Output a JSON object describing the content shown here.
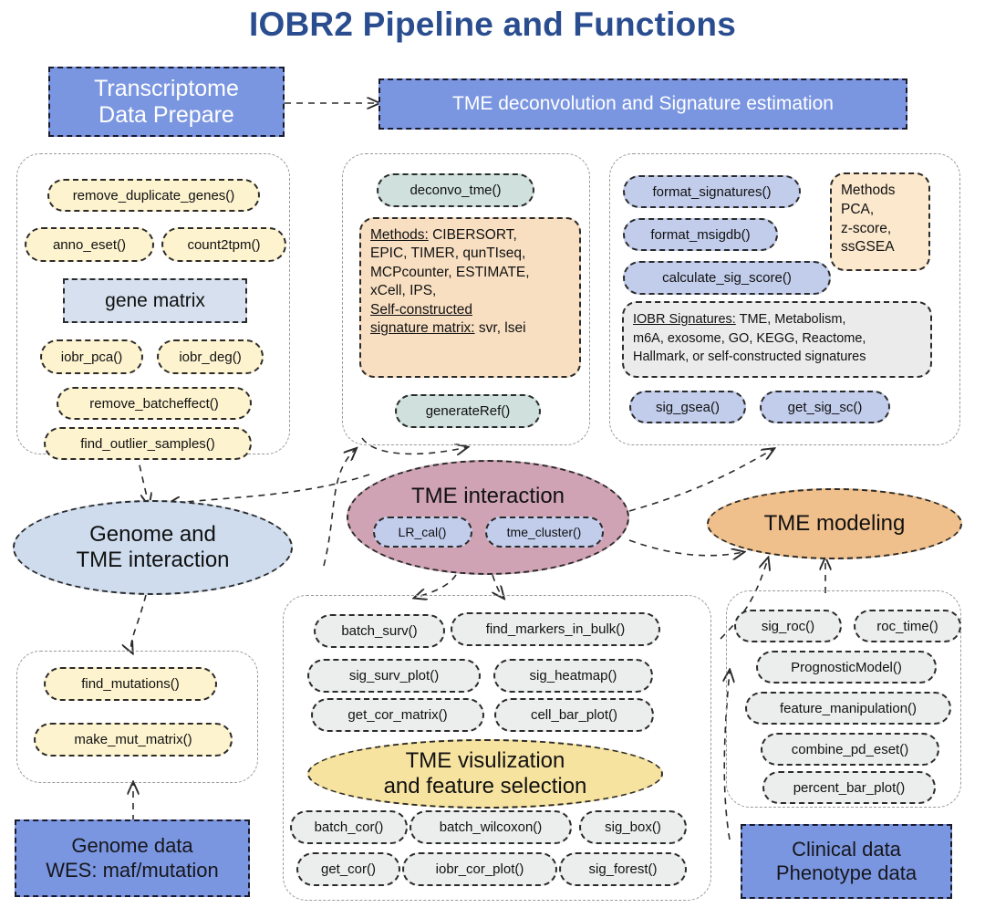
{
  "title": "IOBR2 Pipeline and Functions",
  "colors": {
    "title": "#2a4d8f",
    "header_box": "#7b96e0",
    "yellow_pill": "#fdf3cf",
    "green_pill": "#cfe0dd",
    "blue_pill": "#c2cdec",
    "grey_pill": "#eceded",
    "peach_box": "#f8dfc2",
    "gene_matrix_box": "#d6e0ee",
    "genome_ellipse": "#cedcee",
    "tme_interaction_ellipse": "#cfa3b4",
    "tme_modeling_ellipse": "#f0c08c",
    "tme_visualization_ellipse": "#f7e3a0"
  },
  "header": {
    "transcriptome_box": "Transcriptome\nData Prepare",
    "transcriptome_line1": "Transcriptome",
    "transcriptome_line2": "Data Prepare",
    "deconvolution_box": "TME deconvolution and Signature estimation"
  },
  "data_prepare_group": {
    "functions_row1": [
      "remove_duplicate_genes()"
    ],
    "functions_row2": [
      "anno_eset()",
      "count2tpm()"
    ],
    "gene_matrix_label": "gene matrix",
    "functions_row3": [
      "iobr_pca()",
      "iobr_deg()"
    ],
    "functions_row4": [
      "remove_batcheffect()"
    ],
    "functions_row5": [
      "find_outlier_samples()"
    ]
  },
  "deconvolution_group": {
    "top_function": "deconvo_tme()",
    "methods_box": {
      "label_methods": "Methods:",
      "methods_text": " CIBERSORT, EPIC, TIMER, qunTIseq, MCPcounter, ESTIMATE, xCell, IPS,",
      "line1": "Methods:",
      "line1_rest": " CIBERSORT,",
      "line2": "EPIC, TIMER, qunTIseq,",
      "line3": "MCPcounter, ESTIMATE,",
      "line4": "xCell, IPS,",
      "line5": "Self-constructed",
      "line6": "signature matrix:",
      "line6_rest": " svr, lsei"
    },
    "bottom_function": "generateRef()"
  },
  "signature_group": {
    "functions": [
      "format_signatures()",
      "format_msigdb()",
      "calculate_sig_score()"
    ],
    "methods_box": {
      "line1": "Methods",
      "line2": "PCA,",
      "line3": "z-score,",
      "line4": "ssGSEA"
    },
    "signatures_box": {
      "label": "IOBR Signatures:",
      "line1_rest": " TME, Metabolism,",
      "line2": "m6A, exosome, GO, KEGG, Reactome,",
      "line3": "Hallmark, or self-constructed signatures"
    },
    "bottom_functions": [
      "sig_gsea()",
      "get_sig_sc()"
    ]
  },
  "genome_ellipse": {
    "line1": "Genome and",
    "line2": "TME interaction"
  },
  "tme_interaction_ellipse": {
    "title": "TME interaction",
    "functions": [
      "LR_cal()",
      "tme_cluster()"
    ]
  },
  "tme_modeling_ellipse": {
    "title": "TME modeling"
  },
  "mutation_group": {
    "functions": [
      "find_mutations()",
      "make_mut_matrix()"
    ]
  },
  "genome_data_box": {
    "line1": "Genome data",
    "line2": "WES: maf/mutation"
  },
  "visualization_group": {
    "row1": [
      "batch_surv()",
      "find_markers_in_bulk()"
    ],
    "row2": [
      "sig_surv_plot()",
      "sig_heatmap()"
    ],
    "row3": [
      "get_cor_matrix()",
      "cell_bar_plot()"
    ],
    "ellipse": {
      "line1": "TME visulization",
      "line2": "and feature selection"
    },
    "row4": [
      "batch_cor()",
      "batch_wilcoxon()",
      "sig_box()"
    ],
    "row5": [
      "get_cor()",
      "iobr_cor_plot()",
      "sig_forest()"
    ]
  },
  "modeling_group": {
    "row1": [
      "sig_roc()",
      "roc_time()"
    ],
    "row2": [
      "PrognosticModel()"
    ],
    "row3": [
      "feature_manipulation()"
    ],
    "row4": [
      "combine_pd_eset()"
    ],
    "row5": [
      "percent_bar_plot()"
    ]
  },
  "clinical_data_box": {
    "line1": "Clinical data",
    "line2": "Phenotype data"
  }
}
